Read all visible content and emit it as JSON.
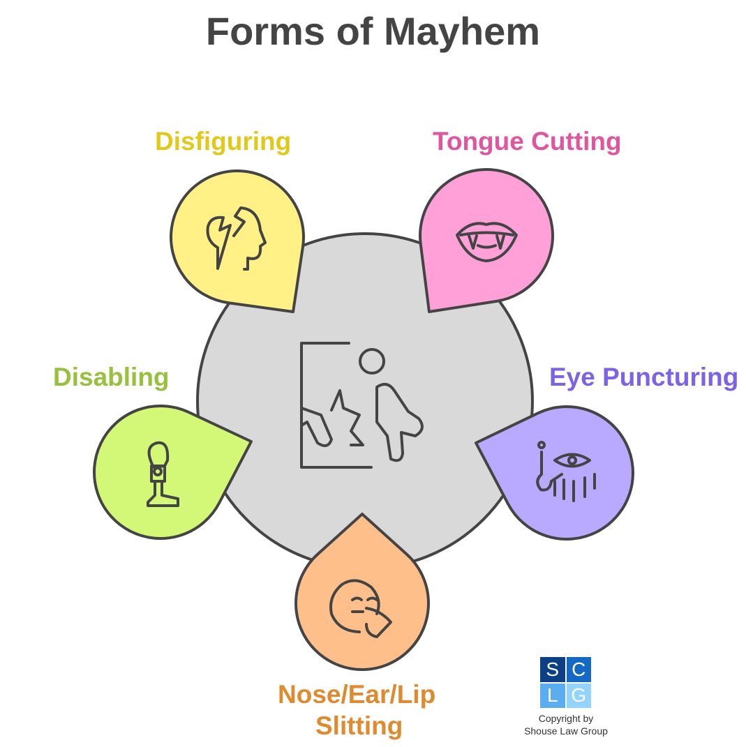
{
  "title": "Forms of Mayhem",
  "items": [
    {
      "label": "Disfiguring",
      "color": "#e2c919",
      "fill": "#fff185",
      "icon": "broken-head-icon"
    },
    {
      "label": "Tongue Cutting",
      "color": "#e0559e",
      "fill": "#ffa1d8",
      "icon": "mouth-fangs-icon"
    },
    {
      "label": "Eye Puncturing",
      "color": "#7c62e8",
      "fill": "#b9a9ff",
      "icon": "eye-tears-icon"
    },
    {
      "label": "Nose/Ear/Lip",
      "label2": "Slitting",
      "color": "#e08a30",
      "fill": "#ffbf8a",
      "icon": "injured-face-icon"
    },
    {
      "label": "Disabling",
      "color": "#97c13c",
      "fill": "#d3f877",
      "icon": "prosthetic-leg-icon"
    }
  ],
  "center": {
    "fill": "#d9d9d9",
    "icon": "person-falling-icon"
  },
  "logo": {
    "letters": [
      "S",
      "C",
      "L",
      "G"
    ],
    "colors": [
      "#0d3f87",
      "#1369c4",
      "#5aaef0",
      "#93d3ff"
    ]
  },
  "copyright": {
    "line1": "Copyright by",
    "line2": "Shouse Law Group"
  }
}
